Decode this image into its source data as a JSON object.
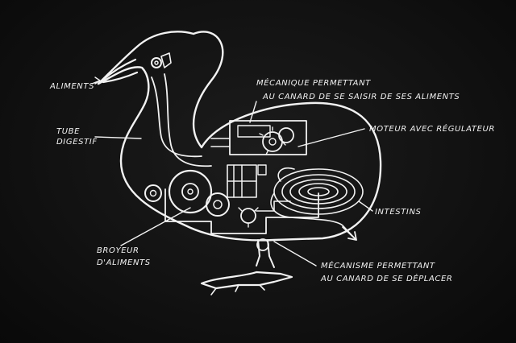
{
  "labels": {
    "aliments": "Aliments",
    "tube_line1": "Tube",
    "tube_line2": "digestif",
    "meca_line1": "Mécanique permettant",
    "meca_line2": "au canard de se saisir de ses aliments",
    "moteur": "Moteur avec régulateur",
    "intestins": "Intestins",
    "broyeur_line1": "Broyeur",
    "broyeur_line2": "d'aliments",
    "depl_line1": "Mécanisme permettant",
    "depl_line2": "au canard de se déplacer"
  },
  "colors": {
    "background": "#121212",
    "chalk": "#f2f2f2"
  }
}
